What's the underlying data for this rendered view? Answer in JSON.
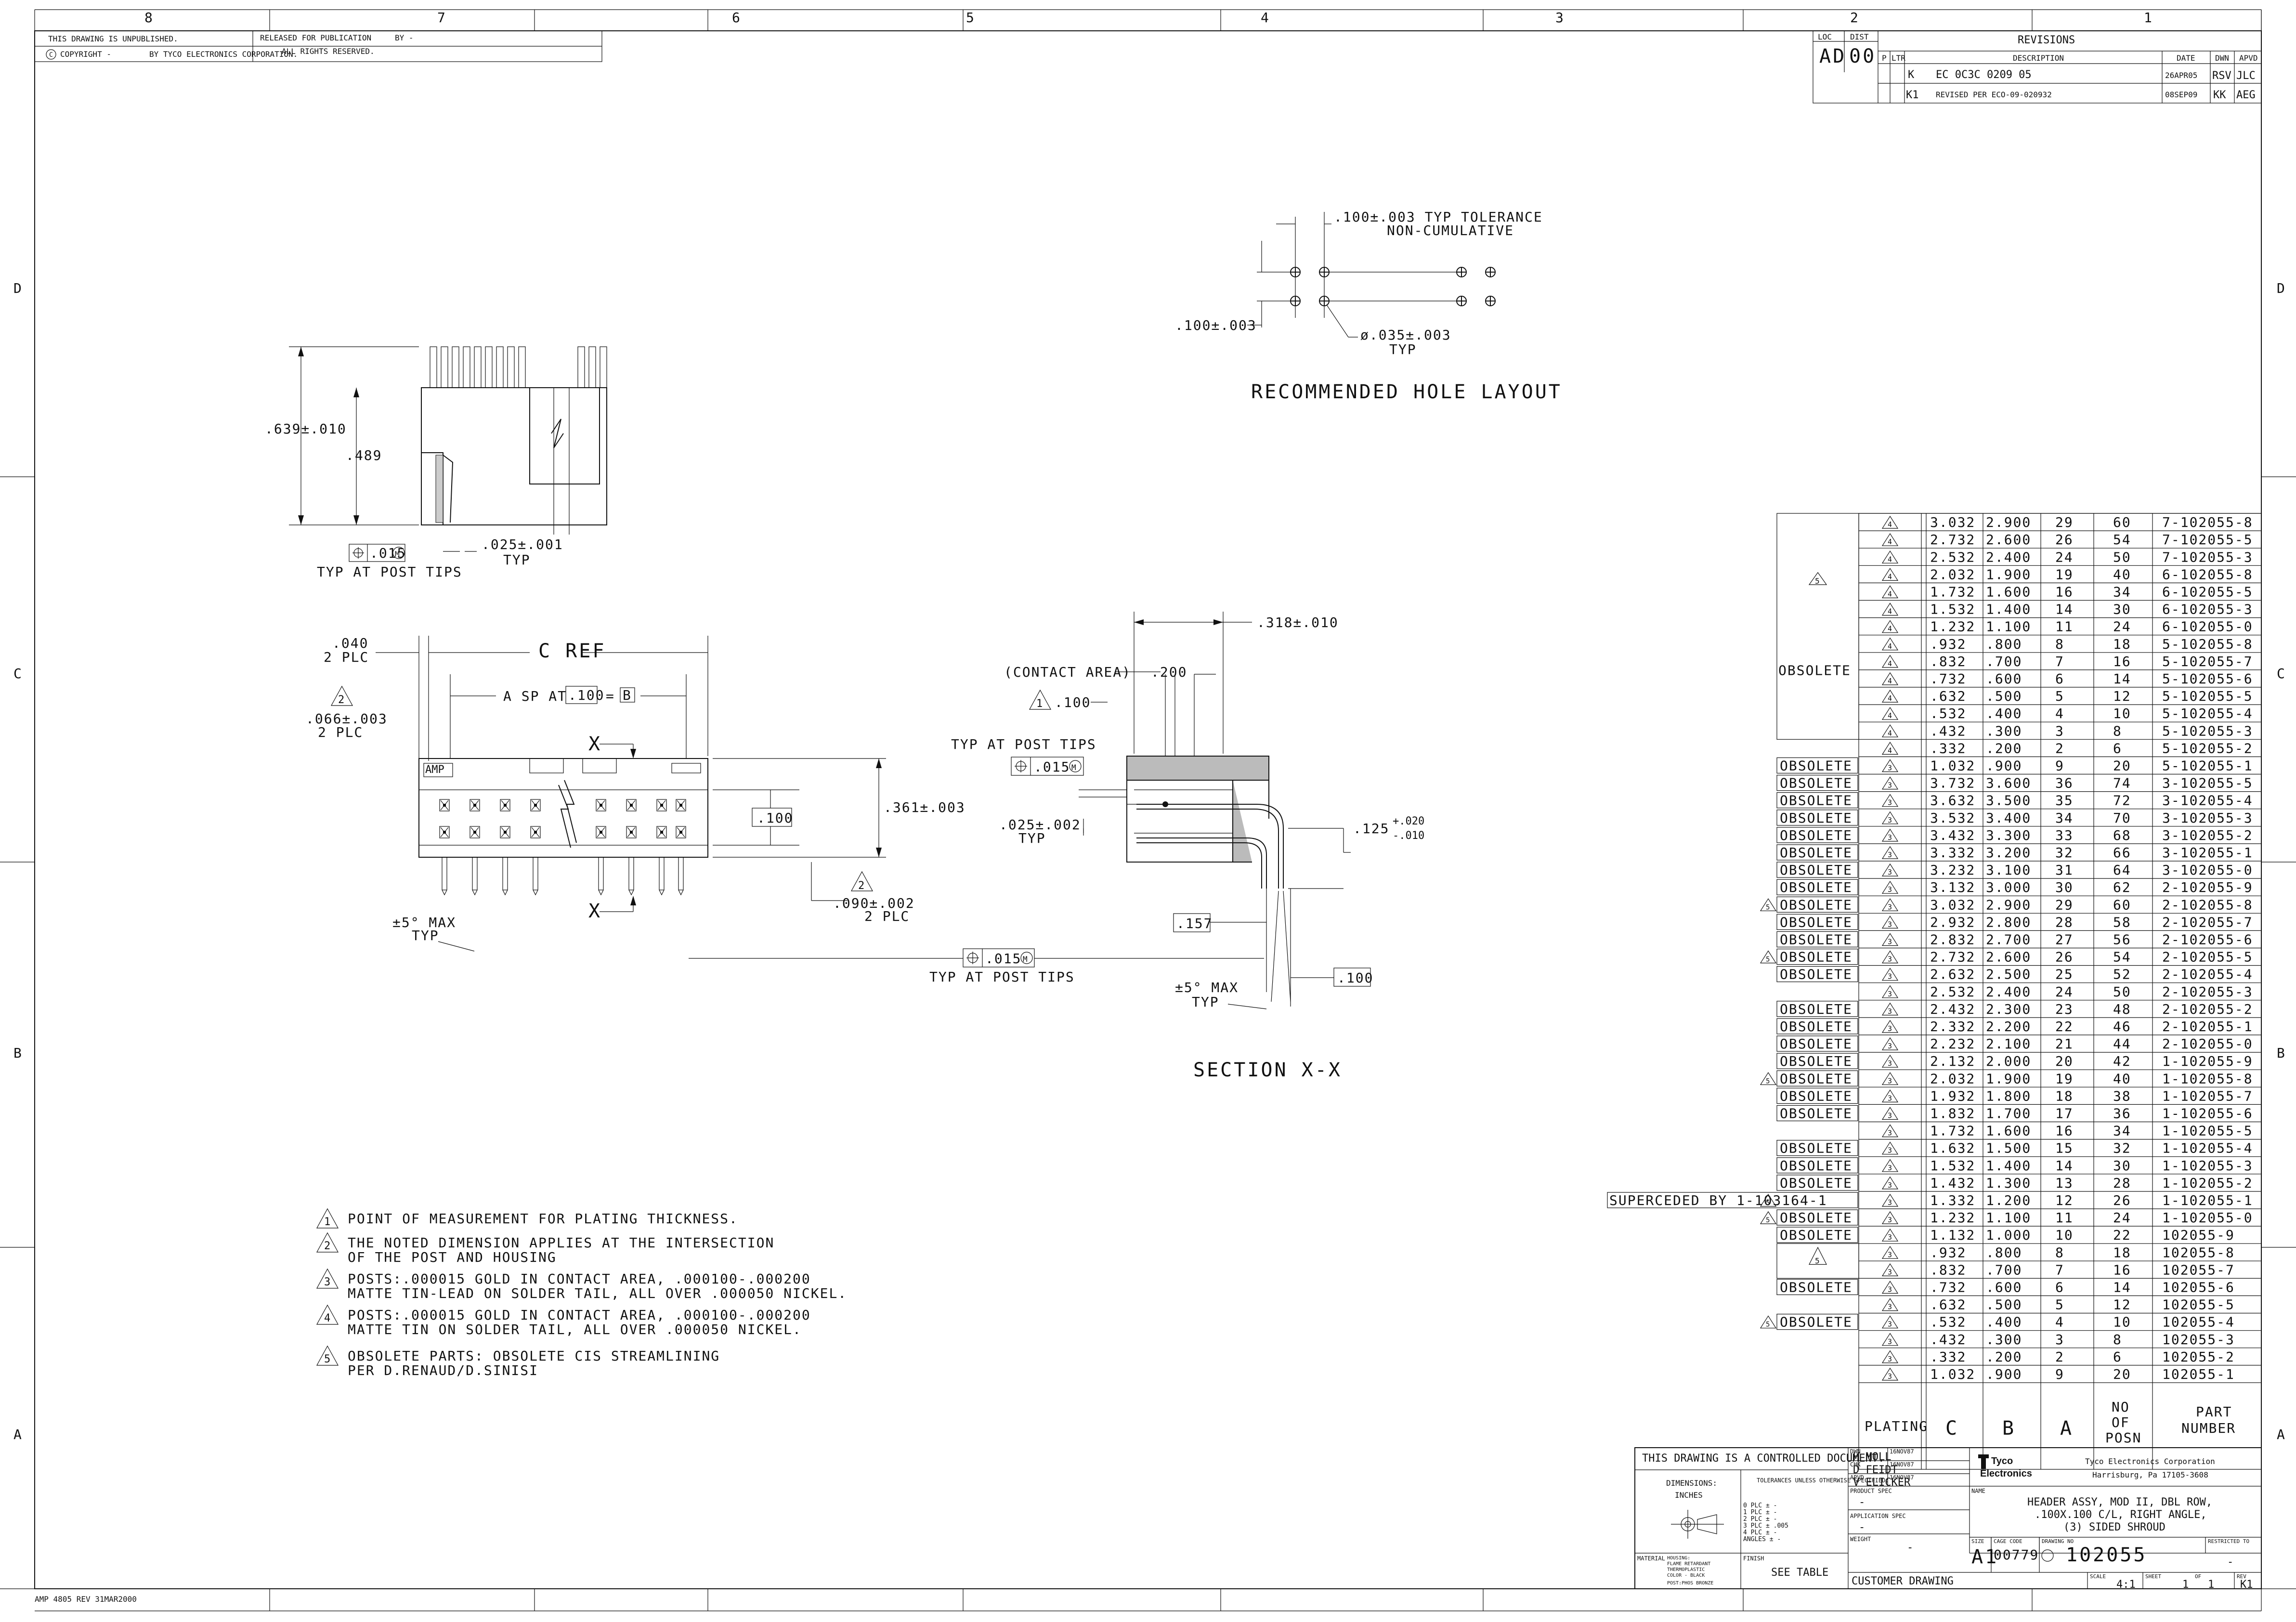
{
  "border": {
    "zones_x": [
      "8",
      "7",
      "6",
      "5",
      "4",
      "3",
      "2",
      "1"
    ],
    "zones_y": [
      "D",
      "C",
      "B",
      "A"
    ],
    "form_id": "AMP 4805 REV 31MAR2000"
  },
  "top_notice": {
    "unpublished": "THIS DRAWING IS UNPUBLISHED.",
    "released": "RELEASED FOR PUBLICATION",
    "released_by": "BY -",
    "copyright": "COPYRIGHT  -",
    "corp": "BY TYCO ELECTRONICS CORPORATION.",
    "rights": "ALL RIGHTS RESERVED."
  },
  "revisions": {
    "title": "REVISIONS",
    "loc_label": "LOC",
    "loc": "AD",
    "dist_label": "DIST",
    "dist": "00",
    "headers": [
      "P",
      "LTR",
      "DESCRIPTION",
      "DATE",
      "DWN",
      "APVD"
    ],
    "rows": [
      {
        "ltr": "K",
        "desc": "EC 0C3C 0209 05",
        "date": "26APR05",
        "dwn": "RSV",
        "apvd": "JLC"
      },
      {
        "ltr": "K1",
        "desc": "REVISED PER ECO-09-020932",
        "date": "08SEP09",
        "dwn": "KK",
        "apvd": "AEG"
      }
    ]
  },
  "hole_layout": {
    "tolerance": ".100±.003 TYP TOLERANCE",
    "noncum": "NON-CUMULATIVE",
    "pitch": ".100±.003",
    "dia": "ø.035±.003",
    "dia_typ": "TYP",
    "title": "RECOMMENDED HOLE LAYOUT"
  },
  "side_view": {
    "height": ".639±.010",
    "inner": ".489",
    "fcf_tol": ".015",
    "fcf_mod": "M",
    "typ_post": "TYP AT POST TIPS",
    "post": ".025±.001",
    "post_typ": "TYP"
  },
  "front_view": {
    "d040": ".040",
    "d040b": "2 PLC",
    "cref": "C REF",
    "asp": "A SP AT",
    "asp_box": ".100",
    "asp_eq": "=",
    "asp_datum": "B",
    "note2_dim": ".066±.003",
    "note2_plc": "2 PLC",
    "amp": "AMP",
    "x": "X",
    "h361": ".361±.003",
    "box100": ".100",
    "d090": ".090±.002",
    "d090b": "2 PLC",
    "angle": "±5° MAX",
    "angle_typ": "TYP",
    "fcf_tol": ".015",
    "fcf_mod": "M",
    "typ_post": "TYP AT POST TIPS"
  },
  "section": {
    "d318": ".318±.010",
    "contact": "(CONTACT AREA)",
    "d200": ".200",
    "d100": ".100",
    "typ_post": "TYP AT POST TIPS",
    "fcf_tol": ".015",
    "fcf_mod": "M",
    "d025": ".025±.002",
    "d025typ": "TYP",
    "d125": ".125",
    "d125p": "+.020",
    "d125m": "-.010",
    "d157": ".157",
    "angle": "±5° MAX",
    "angle_typ": "TYP",
    "box100": ".100",
    "title": "SECTION X-X"
  },
  "notes": [
    {
      "num": "1",
      "lines": [
        "POINT OF MEASUREMENT FOR PLATING THICKNESS."
      ]
    },
    {
      "num": "2",
      "lines": [
        "THE NOTED DIMENSION APPLIES AT THE INTERSECTION",
        "OF THE POST AND HOUSING"
      ]
    },
    {
      "num": "3",
      "lines": [
        "POSTS:.000015 GOLD IN CONTACT AREA, .000100-.000200",
        "MATTE TIN-LEAD ON SOLDER TAIL, ALL OVER .000050 NICKEL."
      ]
    },
    {
      "num": "4",
      "lines": [
        "POSTS:.000015 GOLD IN CONTACT AREA, .000100-.000200",
        "MATTE TIN ON SOLDER TAIL, ALL OVER .000050 NICKEL."
      ]
    },
    {
      "num": "5",
      "lines": [
        "OBSOLETE PARTS: OBSOLETE CIS STREAMLINING",
        "PER D.RENAUD/D.SINISI"
      ]
    }
  ],
  "table": {
    "group_obsolete": "OBSOLETE",
    "group_note": "5",
    "superseded": "SUPERCEDED BY 1-103164-1",
    "headers": {
      "plating": "PLATING",
      "c": "C",
      "b": "B",
      "a": "A",
      "posn1": "NO",
      "posn2": "OF",
      "posn3": "POSN",
      "part1": "PART",
      "part2": "NUMBER"
    },
    "rows": [
      {
        "status": "",
        "plating": "4",
        "c": "3.032",
        "b": "2.900",
        "a": "29",
        "posn": "60",
        "part": "7-102055-8"
      },
      {
        "status": "",
        "plating": "4",
        "c": "2.732",
        "b": "2.600",
        "a": "26",
        "posn": "54",
        "part": "7-102055-5"
      },
      {
        "status": "",
        "plating": "4",
        "c": "2.532",
        "b": "2.400",
        "a": "24",
        "posn": "50",
        "part": "7-102055-3"
      },
      {
        "status": "",
        "plating": "4",
        "c": "2.032",
        "b": "1.900",
        "a": "19",
        "posn": "40",
        "part": "6-102055-8"
      },
      {
        "status": "",
        "plating": "4",
        "c": "1.732",
        "b": "1.600",
        "a": "16",
        "posn": "34",
        "part": "6-102055-5"
      },
      {
        "status": "",
        "plating": "4",
        "c": "1.532",
        "b": "1.400",
        "a": "14",
        "posn": "30",
        "part": "6-102055-3"
      },
      {
        "status": "",
        "plating": "4",
        "c": "1.232",
        "b": "1.100",
        "a": "11",
        "posn": "24",
        "part": "6-102055-0"
      },
      {
        "status": "",
        "plating": "4",
        "c": ".932",
        "b": ".800",
        "a": "8",
        "posn": "18",
        "part": "5-102055-8"
      },
      {
        "status": "",
        "plating": "4",
        "c": ".832",
        "b": ".700",
        "a": "7",
        "posn": "16",
        "part": "5-102055-7"
      },
      {
        "status": "",
        "plating": "4",
        "c": ".732",
        "b": ".600",
        "a": "6",
        "posn": "14",
        "part": "5-102055-6"
      },
      {
        "status": "",
        "plating": "4",
        "c": ".632",
        "b": ".500",
        "a": "5",
        "posn": "12",
        "part": "5-102055-5"
      },
      {
        "status": "",
        "plating": "4",
        "c": ".532",
        "b": ".400",
        "a": "4",
        "posn": "10",
        "part": "5-102055-4"
      },
      {
        "status": "",
        "plating": "4",
        "c": ".432",
        "b": ".300",
        "a": "3",
        "posn": "8",
        "part": "5-102055-3"
      },
      {
        "status": "",
        "plating": "4",
        "c": ".332",
        "b": ".200",
        "a": "2",
        "posn": "6",
        "part": "5-102055-2"
      },
      {
        "status": "OBSOLETE",
        "plating": "3",
        "c": "1.032",
        "b": ".900",
        "a": "9",
        "posn": "20",
        "part": "5-102055-1"
      },
      {
        "status": "OBSOLETE",
        "plating": "3",
        "c": "3.732",
        "b": "3.600",
        "a": "36",
        "posn": "74",
        "part": "3-102055-5"
      },
      {
        "status": "OBSOLETE",
        "plating": "3",
        "c": "3.632",
        "b": "3.500",
        "a": "35",
        "posn": "72",
        "part": "3-102055-4"
      },
      {
        "status": "OBSOLETE",
        "plating": "3",
        "c": "3.532",
        "b": "3.400",
        "a": "34",
        "posn": "70",
        "part": "3-102055-3"
      },
      {
        "status": "OBSOLETE",
        "plating": "3",
        "c": "3.432",
        "b": "3.300",
        "a": "33",
        "posn": "68",
        "part": "3-102055-2"
      },
      {
        "status": "OBSOLETE",
        "plating": "3",
        "c": "3.332",
        "b": "3.200",
        "a": "32",
        "posn": "66",
        "part": "3-102055-1"
      },
      {
        "status": "OBSOLETE",
        "plating": "3",
        "c": "3.232",
        "b": "3.100",
        "a": "31",
        "posn": "64",
        "part": "3-102055-0"
      },
      {
        "status": "OBSOLETE",
        "plating": "3",
        "c": "3.132",
        "b": "3.000",
        "a": "30",
        "posn": "62",
        "part": "2-102055-9"
      },
      {
        "status": "5 OBSOLETE",
        "plating": "3",
        "c": "3.032",
        "b": "2.900",
        "a": "29",
        "posn": "60",
        "part": "2-102055-8"
      },
      {
        "status": "OBSOLETE",
        "plating": "3",
        "c": "2.932",
        "b": "2.800",
        "a": "28",
        "posn": "58",
        "part": "2-102055-7"
      },
      {
        "status": "OBSOLETE",
        "plating": "3",
        "c": "2.832",
        "b": "2.700",
        "a": "27",
        "posn": "56",
        "part": "2-102055-6"
      },
      {
        "status": "5 OBSOLETE",
        "plating": "3",
        "c": "2.732",
        "b": "2.600",
        "a": "26",
        "posn": "54",
        "part": "2-102055-5"
      },
      {
        "status": "OBSOLETE",
        "plating": "3",
        "c": "2.632",
        "b": "2.500",
        "a": "25",
        "posn": "52",
        "part": "2-102055-4"
      },
      {
        "status": "",
        "plating": "3",
        "c": "2.532",
        "b": "2.400",
        "a": "24",
        "posn": "50",
        "part": "2-102055-3"
      },
      {
        "status": "OBSOLETE",
        "plating": "3",
        "c": "2.432",
        "b": "2.300",
        "a": "23",
        "posn": "48",
        "part": "2-102055-2"
      },
      {
        "status": "OBSOLETE",
        "plating": "3",
        "c": "2.332",
        "b": "2.200",
        "a": "22",
        "posn": "46",
        "part": "2-102055-1"
      },
      {
        "status": "OBSOLETE",
        "plating": "3",
        "c": "2.232",
        "b": "2.100",
        "a": "21",
        "posn": "44",
        "part": "2-102055-0"
      },
      {
        "status": "OBSOLETE",
        "plating": "3",
        "c": "2.132",
        "b": "2.000",
        "a": "20",
        "posn": "42",
        "part": "1-102055-9"
      },
      {
        "status": "5 OBSOLETE",
        "plating": "3",
        "c": "2.032",
        "b": "1.900",
        "a": "19",
        "posn": "40",
        "part": "1-102055-8"
      },
      {
        "status": "OBSOLETE",
        "plating": "3",
        "c": "1.932",
        "b": "1.800",
        "a": "18",
        "posn": "38",
        "part": "1-102055-7"
      },
      {
        "status": "OBSOLETE",
        "plating": "3",
        "c": "1.832",
        "b": "1.700",
        "a": "17",
        "posn": "36",
        "part": "1-102055-6"
      },
      {
        "status": "",
        "plating": "3",
        "c": "1.732",
        "b": "1.600",
        "a": "16",
        "posn": "34",
        "part": "1-102055-5"
      },
      {
        "status": "OBSOLETE",
        "plating": "3",
        "c": "1.632",
        "b": "1.500",
        "a": "15",
        "posn": "32",
        "part": "1-102055-4"
      },
      {
        "status": "OBSOLETE",
        "plating": "3",
        "c": "1.532",
        "b": "1.400",
        "a": "14",
        "posn": "30",
        "part": "1-102055-3"
      },
      {
        "status": "OBSOLETE",
        "plating": "3",
        "c": "1.432",
        "b": "1.300",
        "a": "13",
        "posn": "28",
        "part": "1-102055-2"
      },
      {
        "status": "SUPERCEDED",
        "plating": "3",
        "c": "1.332",
        "b": "1.200",
        "a": "12",
        "posn": "26",
        "part": "1-102055-1"
      },
      {
        "status": "5 OBSOLETE",
        "plating": "3",
        "c": "1.232",
        "b": "1.100",
        "a": "11",
        "posn": "24",
        "part": "1-102055-0"
      },
      {
        "status": "OBSOLETE",
        "plating": "3",
        "c": "1.132",
        "b": "1.000",
        "a": "10",
        "posn": "22",
        "part": "102055-9"
      },
      {
        "status": "",
        "plating": "3",
        "c": ".932",
        "b": ".800",
        "a": "8",
        "posn": "18",
        "part": "102055-8"
      },
      {
        "status": "",
        "plating": "3",
        "c": ".832",
        "b": ".700",
        "a": "7",
        "posn": "16",
        "part": "102055-7"
      },
      {
        "status": "OBSOLETE",
        "plating": "3",
        "c": ".732",
        "b": ".600",
        "a": "6",
        "posn": "14",
        "part": "102055-6"
      },
      {
        "status": "",
        "plating": "3",
        "c": ".632",
        "b": ".500",
        "a": "5",
        "posn": "12",
        "part": "102055-5"
      },
      {
        "status": "5 OBSOLETE",
        "plating": "3",
        "c": ".532",
        "b": ".400",
        "a": "4",
        "posn": "10",
        "part": "102055-4"
      },
      {
        "status": "",
        "plating": "3",
        "c": ".432",
        "b": ".300",
        "a": "3",
        "posn": "8",
        "part": "102055-3"
      },
      {
        "status": "",
        "plating": "3",
        "c": ".332",
        "b": ".200",
        "a": "2",
        "posn": "6",
        "part": "102055-2"
      },
      {
        "status": "",
        "plating": "3",
        "c": "1.032",
        "b": ".900",
        "a": "9",
        "posn": "20",
        "part": "102055-1"
      }
    ]
  },
  "title_block": {
    "controlled": "THIS DRAWING IS A CONTROLLED DOCUMENT.",
    "dwn_label": "DWN",
    "dwn": "H MOLL",
    "dwn_date": "16NOV87",
    "chk_label": "CHK",
    "chk": "D FEIDT",
    "chk_date": "16NOV87",
    "apvd_label": "APVD",
    "apvd": "V ELICKER",
    "apvd_date": "16NOV87",
    "dims": "DIMENSIONS:",
    "inches": "INCHES",
    "tol_head": "TOLERANCES UNLESS OTHERWISE SPECIFIED:",
    "tol_lines": [
      "0 PLC   ± -",
      "1 PLC   ± -",
      "2 PLC   ± -",
      "3 PLC   ± .005",
      "4 PLC   ± -",
      "ANGLES   ± -"
    ],
    "product_spec": "PRODUCT SPEC",
    "product_spec_val": "-",
    "app_spec": "APPLICATION SPEC",
    "app_spec_val": "-",
    "weight": "WEIGHT",
    "weight_val": "-",
    "material_label": "MATERIAL",
    "material": [
      "HOUSING:",
      "FLAME RETARDANT",
      "THERMOPLASTIC",
      "COLOR - BLACK",
      "POST:PHOS BRONZE"
    ],
    "finish_label": "FINISH",
    "finish": "SEE TABLE",
    "logo1": "Tyco",
    "logo2": "Electronics",
    "company": "Tyco Electronics Corporation",
    "address": "Harrisburg, Pa 17105-3608",
    "name_label": "NAME",
    "name": [
      "HEADER ASSY, MOD II, DBL ROW,",
      ".100X.100 C/L, RIGHT ANGLE,",
      "(3) SIDED SHROUD"
    ],
    "size_label": "SIZE",
    "size": "A1",
    "cage_label": "CAGE CODE",
    "cage": "00779",
    "dwg_label": "DRAWING NO",
    "dwg": "102055",
    "restricted_label": "RESTRICTED TO",
    "restricted": "-",
    "customer": "CUSTOMER DRAWING",
    "scale_label": "SCALE",
    "scale": "4:1",
    "sheet_label": "SHEET",
    "sheet": "1",
    "of": "OF",
    "sheet_total": "1",
    "rev_label": "REV",
    "rev": "K1"
  }
}
